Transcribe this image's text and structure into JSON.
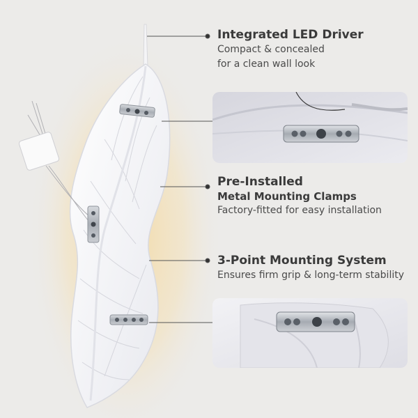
{
  "features": [
    {
      "title": "Integrated LED Driver",
      "lines": [
        "Compact & concealed",
        "for a clean wall look"
      ]
    },
    {
      "title": "Pre-Installed",
      "subtitle": "Metal Mounting Clamps",
      "lines": [
        "Factory-fitted for easy installation"
      ]
    },
    {
      "title": "3-Point Mounting System",
      "lines": [
        "Ensures firm grip & long-term stability"
      ]
    }
  ],
  "colors": {
    "background": "#ecebe9",
    "feather": "#f6f6f8",
    "glow": "#f5d79a",
    "clamp": "#b9bdc3",
    "text": "#3a3a3a",
    "callout_line": "#555555"
  },
  "icons": [
    "led-driver-icon",
    "mounting-clamp-icon",
    "screw-icon"
  ]
}
